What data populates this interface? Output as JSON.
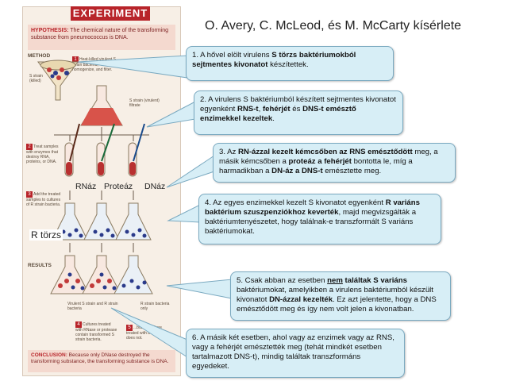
{
  "header": {
    "experiment_tab": "EXPERIMENT",
    "hypothesis_label": "HYPOTHESIS:",
    "hypothesis_text": "The chemical nature of the transforming substance from pneumococcus is DNA.",
    "method_label": "METHOD",
    "results_label": "RESULTS",
    "conclusion_label": "CONCLUSION:",
    "conclusion_text": "Because only DNase destroyed the transforming substance, the transforming substance is DNA."
  },
  "diagram_steps": {
    "step1": "Heat-killed virulent S strain bacteria, homogenize, and filter.",
    "step2": "Treat samples with enzymes that destroy RNA, proteins, or DNA.",
    "step3": "Add the treated samples to cultures of R strain bacteria.",
    "step4": "Cultures treated with RNase or protease contain transformed S strain bacteria.",
    "step5": "...but the culture treated with DNase does not.",
    "s_strain_killed": "S strain (killed)",
    "s_strain_virulent": "S strain (virulent) filtrate",
    "virulent_r": "Virulent S strain and R strain bacteria",
    "r_only": "R strain bacteria only"
  },
  "labels": {
    "rnaz": "RNáz",
    "proteaz": "Proteáz",
    "dnaz": "DNáz",
    "r_torzs": "R törzs"
  },
  "title": "O. Avery, C. McLeod, és M. McCarty kísérlete",
  "callouts": {
    "c1": {
      "a": "1. A hővel elölt virulens ",
      "b": "S törzs baktériumokból sejtmentes kivonatot",
      "c": " készítettek."
    },
    "c2": {
      "a": "2. A virulens S baktériumból készített sejtmentes kivonatot  egyenként ",
      "b": "RNS-t",
      "c": ", ",
      "d": "fehérjét",
      "e": " és ",
      "f": "DNS-t emésztő enzimekkel kezeltek",
      "g": "."
    },
    "c3": {
      "a": "3. Az ",
      "b": "RN-ázzal kezelt kémcsőben az RNS emésztődött",
      "c": " meg, a másik kémcsőben a ",
      "d": "proteáz a fehérjét",
      "e": " bontotta le, míg a harmadikban a ",
      "f": "DN-áz a DNS-t",
      "g": " emésztette meg."
    },
    "c4": {
      "a": "4. Az egyes enzimekkel  kezelt S kivonatot egyenként ",
      "b": "R variáns baktérium szuszpenziókhoz keverték",
      "c": ", majd megvizsgálták a baktériumtenyészetet, hogy találnak-e transzformált S variáns baktériumokat."
    },
    "c5": {
      "a": "5. Csak abban az esetben ",
      "b": "nem",
      "c": " találtak",
      "d": " S variáns",
      "e": " baktériumokat, amelyikben a virulens baktériumból készült kivonatot ",
      "f": "DN-ázzal kezelték",
      "g": ".  Ez azt jelentette, hogy a DNS emésztődött meg és így nem volt jelen a kivonatban."
    },
    "c6": {
      "a": "6. A másik két esetben, ahol vagy az enzimek vagy az RNS, vagy a fehérjét emésztették meg (tehát mindkét esetben tartalmazott DNS-t), mindig találtak transzformáns egyedeket."
    }
  },
  "colors": {
    "callout_bg": "#d7eef6",
    "callout_border": "#7aa9c0",
    "accent_red": "#b8242a",
    "panel_bg": "#f7efe6"
  }
}
